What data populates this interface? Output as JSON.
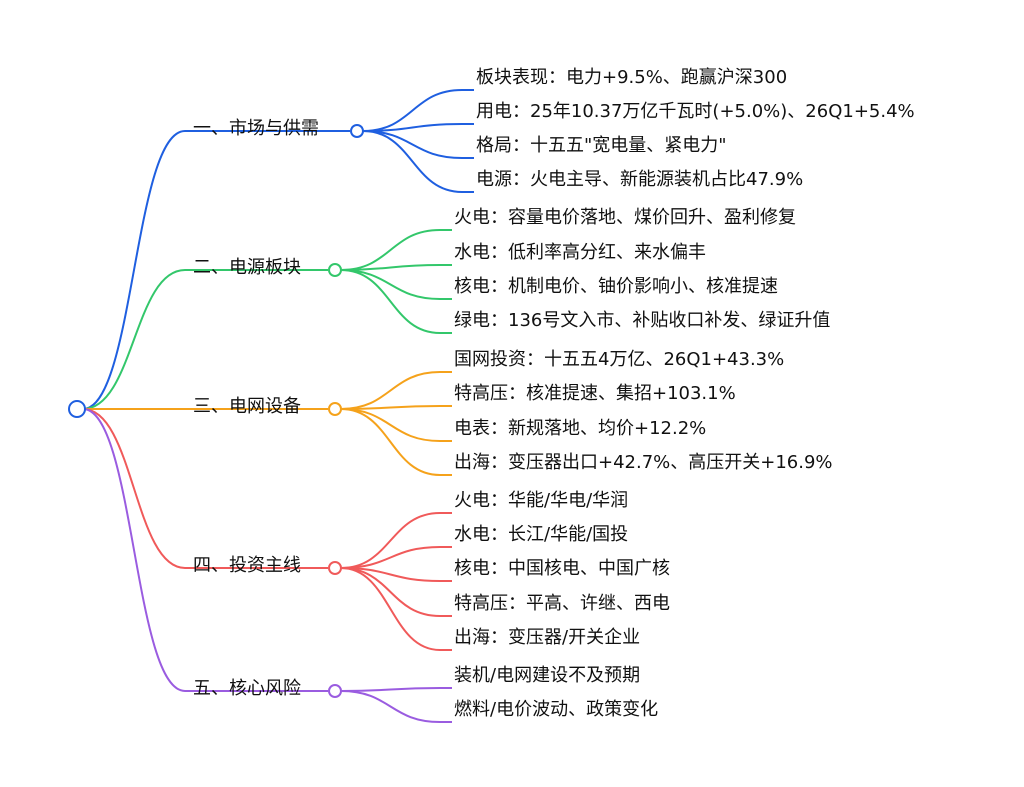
{
  "mindmap": {
    "root": {
      "label": ""
    },
    "branches": [
      {
        "label": "一、市场与供需",
        "color": "#1f5fe0",
        "children": [
          "板块表现：电力+9.5%、跑赢沪深300",
          "用电：25年10.37万亿千瓦时(+5.0%)、26Q1+5.4%",
          "格局：十五五\"宽电量、紧电力\"",
          "电源：火电主导、新能源装机占比47.9%"
        ]
      },
      {
        "label": "二、电源板块",
        "color": "#33c76b",
        "children": [
          "火电：容量电价落地、煤价回升、盈利修复",
          "水电：低利率高分红、来水偏丰",
          "核电：机制电价、铀价影响小、核准提速",
          "绿电：136号文入市、补贴收口补发、绿证升值"
        ]
      },
      {
        "label": "三、电网设备",
        "color": "#f5a21b",
        "children": [
          "国网投资：十五五4万亿、26Q1+43.3%",
          "特高压：核准提速、集招+103.1%",
          "电表：新规落地、均价+12.2%",
          "出海：变压器出口+42.7%、高压开关+16.9%"
        ]
      },
      {
        "label": "四、投资主线",
        "color": "#f05a5a",
        "children": [
          "火电：华能/华电/华润",
          "水电：长江/华能/国投",
          "核电：中国核电、中国广核",
          "特高压：平高、许继、西电",
          "出海：变压器/开关企业"
        ]
      },
      {
        "label": "五、核心风险",
        "color": "#9a5ce0",
        "children": [
          "装机/电网建设不及预期",
          "燃料/电价波动、政策变化"
        ]
      }
    ]
  }
}
